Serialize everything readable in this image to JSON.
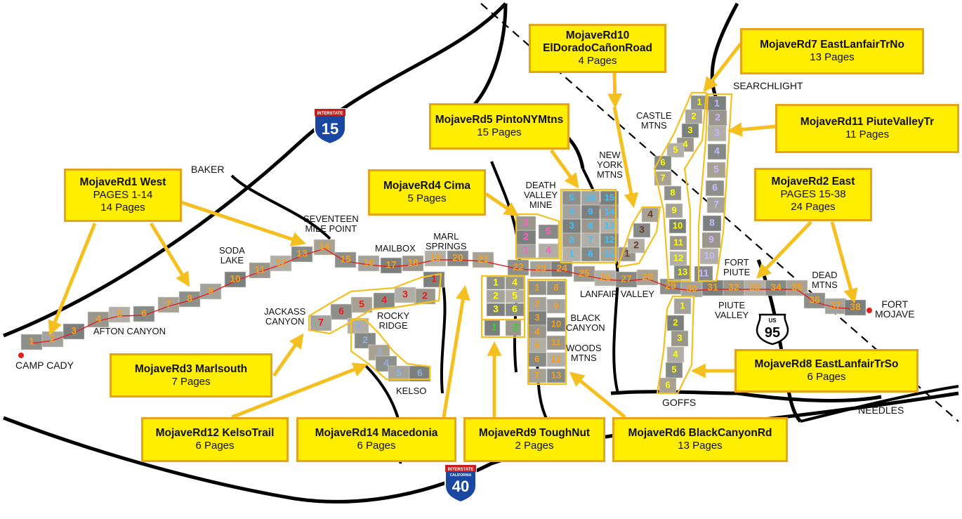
{
  "colors": {
    "callout_fill": "#ffee00",
    "callout_border": "#e6a519",
    "arrow": "#f4c020",
    "road": "#000000",
    "route": "#e02020",
    "endpoint": "#e02020",
    "num_yellow": "#ffff00",
    "num_orange": "#f5a020",
    "num_red": "#e02020",
    "num_blue": "#40c0ff",
    "num_pink": "#ff60c0",
    "num_lavender": "#c8b8ff",
    "num_green": "#20e020",
    "num_dark": "#6a3a2a"
  },
  "callouts": [
    {
      "id": "rd1",
      "title": "MojaveRd1 West",
      "lines": [
        "PAGES 1-14",
        "14 Pages"
      ]
    },
    {
      "id": "rd10",
      "title": "MojaveRd10",
      "lines": [
        "ElDoradoCañonRoad",
        "4 Pages"
      ]
    },
    {
      "id": "rd7",
      "title": "MojaveRd7 EastLanfairTrNo",
      "lines": [
        "13 Pages"
      ]
    },
    {
      "id": "rd5",
      "title": "MojaveRd5 PintoNYMtns",
      "lines": [
        "15 Pages"
      ]
    },
    {
      "id": "rd11",
      "title": "MojaveRd11 PiuteValleyTr",
      "lines": [
        "11 Pages"
      ]
    },
    {
      "id": "rd4",
      "title": "MojaveRd4 Cima",
      "lines": [
        "5 Pages"
      ]
    },
    {
      "id": "rd2",
      "title": "MojaveRd2 East",
      "lines": [
        "PAGES 15-38",
        "24 Pages"
      ]
    },
    {
      "id": "rd3",
      "title": "MojaveRd3 Marlsouth",
      "lines": [
        "7 Pages"
      ]
    },
    {
      "id": "rd8",
      "title": "MojaveRd8 EastLanfairTrSo",
      "lines": [
        "6 Pages"
      ]
    },
    {
      "id": "rd12",
      "title": "MojaveRd12 KelsoTrail",
      "lines": [
        "6 Pages"
      ]
    },
    {
      "id": "rd14",
      "title": "MojaveRd14 Macedonia",
      "lines": [
        "6 Pages"
      ]
    },
    {
      "id": "rd9",
      "title": "MojaveRd9 ToughNut",
      "lines": [
        "2 Pages"
      ]
    },
    {
      "id": "rd6",
      "title": "MojaveRd6 BlackCanyonRd",
      "lines": [
        "13 Pages"
      ]
    }
  ],
  "places": [
    {
      "id": "baker",
      "lines": [
        "BAKER"
      ]
    },
    {
      "id": "seventeen-mile-point",
      "lines": [
        "SEVENTEEN",
        "MILE  POINT"
      ]
    },
    {
      "id": "soda-lake",
      "lines": [
        "SODA",
        "LAKE"
      ]
    },
    {
      "id": "mailbox",
      "lines": [
        "MAILBOX"
      ]
    },
    {
      "id": "marl-springs",
      "lines": [
        "MARL",
        "SPRINGS"
      ]
    },
    {
      "id": "death-valley-mine",
      "lines": [
        "DEATH",
        "VALLEY",
        "MINE"
      ]
    },
    {
      "id": "new-york-mtns",
      "lines": [
        "NEW",
        "YORK",
        "MTNS"
      ]
    },
    {
      "id": "castle-mtns",
      "lines": [
        "CASTLE",
        "MTNS"
      ]
    },
    {
      "id": "searchlight",
      "lines": [
        "SEARCHLIGHT"
      ]
    },
    {
      "id": "afton-canyon",
      "lines": [
        "AFTON CANYON"
      ]
    },
    {
      "id": "camp-cady",
      "lines": [
        "CAMP CADY"
      ]
    },
    {
      "id": "jackass-canyon",
      "lines": [
        "JACKASS",
        "CANYON"
      ]
    },
    {
      "id": "rocky-ridge",
      "lines": [
        "ROCKY",
        "RIDGE"
      ]
    },
    {
      "id": "kelso",
      "lines": [
        "KELSO"
      ]
    },
    {
      "id": "black-canyon",
      "lines": [
        "BLACK",
        "CANYON"
      ]
    },
    {
      "id": "woods-mtns",
      "lines": [
        "WOODS",
        "MTNS"
      ]
    },
    {
      "id": "lanfair-valley",
      "lines": [
        "LANFAIR  VALLEY"
      ]
    },
    {
      "id": "fort-piute",
      "lines": [
        "FORT",
        "PIUTE"
      ]
    },
    {
      "id": "piute-valley",
      "lines": [
        "PIUTE",
        "VALLEY"
      ]
    },
    {
      "id": "dead-mtns",
      "lines": [
        "DEAD",
        "MTNS"
      ]
    },
    {
      "id": "fort-mojave",
      "lines": [
        "FORT",
        "MOJAVE"
      ]
    },
    {
      "id": "goffs",
      "lines": [
        "GOFFS"
      ]
    },
    {
      "id": "needles",
      "lines": [
        "NEEDLES"
      ]
    }
  ],
  "shields": [
    {
      "id": "i15",
      "banner": "INTERSTATE",
      "number": "15"
    },
    {
      "id": "i40",
      "banner": "INTERSTATE",
      "state": "CALIFORNIA",
      "number": "40"
    },
    {
      "id": "us95",
      "banner": "US",
      "number": "95"
    }
  ],
  "mojave_road_pages": [
    "1",
    "2",
    "3",
    "4",
    "5",
    "6",
    "7",
    "8",
    "9",
    "10",
    "11",
    "12",
    "13",
    "14",
    "15",
    "16",
    "17",
    "18",
    "19",
    "20",
    "21",
    "22",
    "23",
    "24",
    "25",
    "26",
    "27",
    "28",
    "29",
    "30",
    "31",
    "32",
    "33",
    "34",
    "35",
    "36",
    "37",
    "38"
  ],
  "rd3_pages": [
    "1",
    "2",
    "3",
    "4",
    "5",
    "6",
    "7"
  ],
  "rd12_pages": [
    "1",
    "2",
    "3",
    "4",
    "5",
    "6"
  ],
  "rd4_pages": [
    "1",
    "2",
    "3",
    "4",
    "5"
  ],
  "rd5_pages": [
    "1",
    "2",
    "3",
    "4",
    "5",
    "6",
    "7",
    "8",
    "9",
    "10",
    "11",
    "12",
    "13",
    "14",
    "15"
  ],
  "rd9_pages": [
    "1",
    "2"
  ],
  "rd14_pages": [
    "1",
    "2",
    "3",
    "4",
    "5",
    "6"
  ],
  "rd6_pages": [
    "1",
    "2",
    "3",
    "4",
    "5",
    "6",
    "7",
    "8",
    "9",
    "10",
    "11",
    "12",
    "13"
  ],
  "rd10_pages": [
    "1",
    "2",
    "3",
    "4"
  ],
  "rd7_pages": [
    "1",
    "2",
    "3",
    "4",
    "5",
    "6",
    "7",
    "8",
    "9",
    "10",
    "11",
    "12",
    "13"
  ],
  "rd11_pages": [
    "1",
    "2",
    "3",
    "4",
    "5",
    "6",
    "7",
    "8",
    "9",
    "10",
    "11"
  ],
  "rd8_pages": [
    "1",
    "2",
    "3",
    "4",
    "5",
    "6"
  ]
}
